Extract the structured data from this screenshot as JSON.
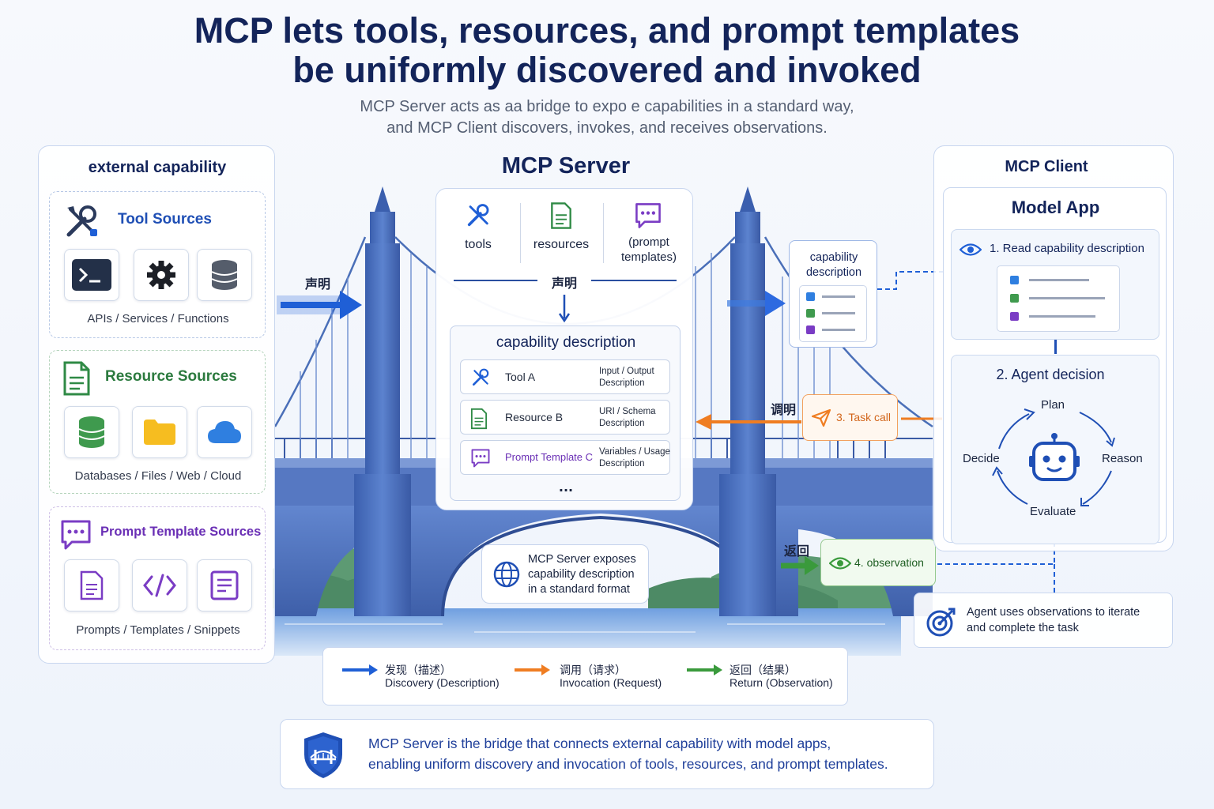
{
  "title": {
    "line1": "MCP lets tools, resources, and prompt templates",
    "line2": "be uniformly discovered and invoked"
  },
  "subtitle": {
    "line1": "MCP Server acts as aa bridge to expo  e capabilities in a standard way,",
    "line2": "and MCP Client discovers, invokes, and receives observations."
  },
  "left_panel": {
    "heading": "external capability",
    "groups": [
      {
        "title": "Tool Sources",
        "caption": "APIs / Services / Functions",
        "icons": [
          "terminal-icon",
          "gear-icon",
          "database-icon"
        ]
      },
      {
        "title": "Resource Sources",
        "caption": "Databases / Files / Web / Cloud",
        "icons": [
          "database-icon",
          "folder-icon",
          "cloud-icon"
        ]
      },
      {
        "title": "Prompt Template Sources",
        "caption": "Prompts / Templates / Snippets",
        "icons": [
          "document-icon",
          "code-icon",
          "form-icon"
        ]
      }
    ]
  },
  "server": {
    "heading": "MCP Server",
    "caps": [
      "tools",
      "resources",
      "(prompt\ntemplates)"
    ],
    "declare_label": "声明",
    "desc_heading": "capability description",
    "rows": [
      {
        "name": "Tool A",
        "desc": "Input / Output\nDescription"
      },
      {
        "name": "Resource B",
        "desc": "URI / Schema\nDescription"
      },
      {
        "name": "Prompt Template C",
        "desc": "Variables / Usage\nDescription"
      }
    ],
    "more": "...",
    "exposes_note": "MCP Server exposes\ncapability description\nin a standard format"
  },
  "flow": {
    "left_declare": "声明",
    "cap_desc_card": "capability\ndescription",
    "invoke_label": "调明",
    "task_call": "3. Task call",
    "return_label": "返回",
    "observation": "4. observation"
  },
  "client": {
    "heading": "MCP Client",
    "app_heading": "Model App",
    "step1": "1. Read capability description",
    "step2": "2. Agent decision",
    "cycle": {
      "plan": "Plan",
      "reason": "Reason",
      "evaluate": "Evaluate",
      "decide": "Decide"
    },
    "note": "Agent uses observations to iterate\nand complete the task"
  },
  "legend": [
    {
      "cn": "发现（描述）",
      "en": "Discovery (Description)",
      "color": "#1f5fd6"
    },
    {
      "cn": "调用（请求）",
      "en": "Invocation (Request)",
      "color": "#ef7d22"
    },
    {
      "cn": "返回（结果）",
      "en": "Return (Observation)",
      "color": "#3a9a3c"
    }
  ],
  "footer": {
    "line1": "MCP Server is the bridge that connects external capability with model apps,",
    "line2": "enabling uniform discovery and invocation of tools, resources, and prompt templates."
  },
  "colors": {
    "navy": "#13245a",
    "blue": "#1f5fd6",
    "orange": "#ef7d22",
    "green": "#3a9a3c",
    "purple": "#7a3cc4",
    "bridge": "#4a6fb8"
  }
}
